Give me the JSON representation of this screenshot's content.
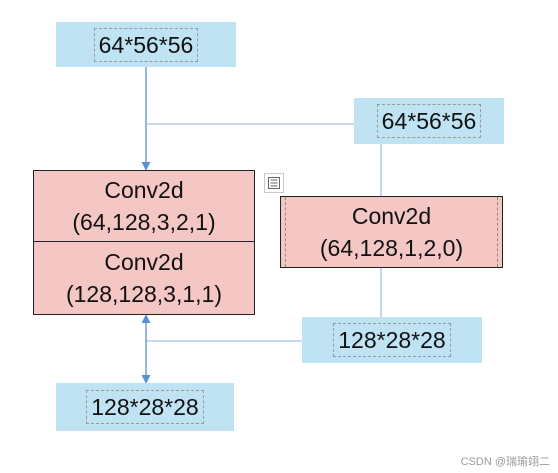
{
  "labels": {
    "input": "64*56*56",
    "shortcut_input": "64*56*56",
    "shortcut_output": "128*28*28",
    "output": "128*28*28"
  },
  "main_path": {
    "conv1": {
      "title": "Conv2d",
      "params": "(64,128,3,2,1)"
    },
    "conv2": {
      "title": "Conv2d",
      "params": "(128,128,3,1,1)"
    }
  },
  "shortcut_path": {
    "conv": {
      "title": "Conv2d",
      "params": "(64,128,1,2,0)"
    }
  },
  "watermark": "CSDN @瑞瑜翊二",
  "colors": {
    "label_bg": "#bfe3f3",
    "conv_bg": "#f4c7c5",
    "arrow": "#5b8fd0"
  },
  "icons": [
    "layout-options-icon"
  ]
}
